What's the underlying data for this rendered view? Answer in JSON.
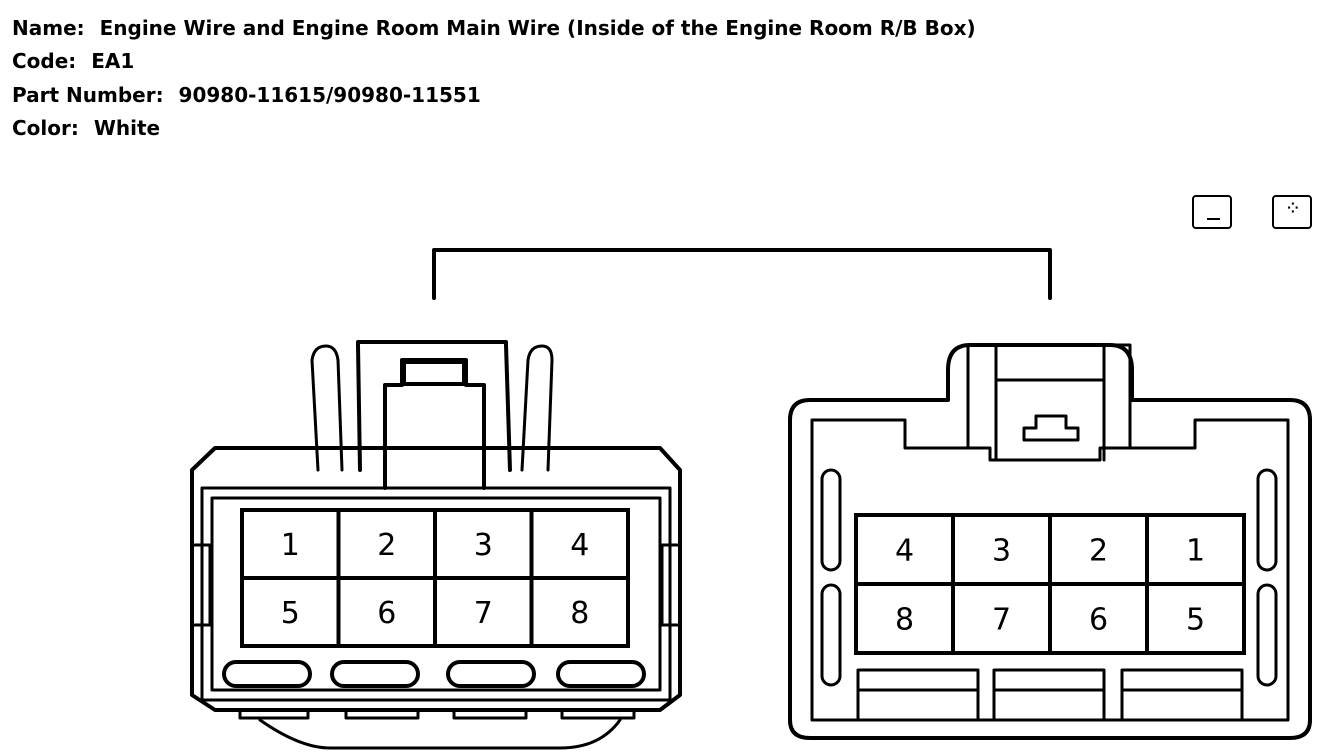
{
  "info": {
    "name_label": "Name:",
    "name_value": "Engine Wire and Engine Room Main Wire (Inside of the Engine Room R/B Box)",
    "code_label": "Code:",
    "code_value": "EA1",
    "part_label": "Part Number:",
    "part_value": "90980-11615/90980-11551",
    "color_label": "Color:",
    "color_value": "White"
  },
  "controls": [
    {
      "icon": "minimize-icon"
    },
    {
      "icon": "zoom-icon"
    }
  ],
  "connectors": {
    "left": {
      "pins": [
        [
          "1",
          "2",
          "3",
          "4"
        ],
        [
          "5",
          "6",
          "7",
          "8"
        ]
      ]
    },
    "right": {
      "pins": [
        [
          "4",
          "3",
          "2",
          "1"
        ],
        [
          "8",
          "7",
          "6",
          "5"
        ]
      ]
    }
  },
  "colors": {
    "line": "#000000",
    "background": "#ffffff"
  }
}
